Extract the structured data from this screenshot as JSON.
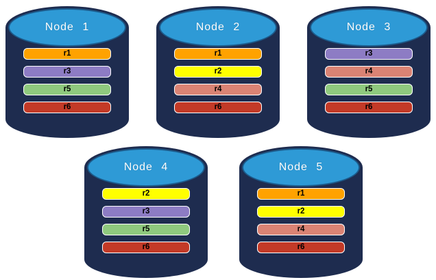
{
  "diagram": {
    "description": "Five database nodes with replicated partitions",
    "colors": {
      "background": "#FFFFFF",
      "cylinder_body": "#1E2C4F",
      "cylinder_top": "#2E9AD6",
      "cylinder_top_border": "#1C5A8A",
      "node_label_text": "#FFFFFF",
      "replica_label_text": "#000000"
    },
    "replica_palette": {
      "r1": "#FFA200",
      "r2": "#FFFF00",
      "r3": "#8D7CC4",
      "r4": "#DA8374",
      "r5": "#8FC97E",
      "r6": "#C33A27"
    },
    "nodes": [
      {
        "label": "Node 1",
        "replicas": [
          {
            "id": "r1",
            "color": "#FFA200"
          },
          {
            "id": "r3",
            "color": "#8D7CC4"
          },
          {
            "id": "r5",
            "color": "#8FC97E"
          },
          {
            "id": "r6",
            "color": "#C33A27"
          }
        ]
      },
      {
        "label": "Node 2",
        "replicas": [
          {
            "id": "r1",
            "color": "#FFA200"
          },
          {
            "id": "r2",
            "color": "#FFFF00"
          },
          {
            "id": "r4",
            "color": "#DA8374"
          },
          {
            "id": "r6",
            "color": "#C33A27"
          }
        ]
      },
      {
        "label": "Node 3",
        "replicas": [
          {
            "id": "r3",
            "color": "#8D7CC4"
          },
          {
            "id": "r4",
            "color": "#DA8374"
          },
          {
            "id": "r5",
            "color": "#8FC97E"
          },
          {
            "id": "r6",
            "color": "#C33A27"
          }
        ]
      },
      {
        "label": "Node 4",
        "replicas": [
          {
            "id": "r2",
            "color": "#FFFF00"
          },
          {
            "id": "r3",
            "color": "#8D7CC4"
          },
          {
            "id": "r5",
            "color": "#8FC97E"
          },
          {
            "id": "r6",
            "color": "#C33A27"
          }
        ]
      },
      {
        "label": "Node 5",
        "replicas": [
          {
            "id": "r1",
            "color": "#FFA200"
          },
          {
            "id": "r2",
            "color": "#FFFF00"
          },
          {
            "id": "r4",
            "color": "#DA8374"
          },
          {
            "id": "r6",
            "color": "#C33A27"
          }
        ]
      }
    ]
  }
}
